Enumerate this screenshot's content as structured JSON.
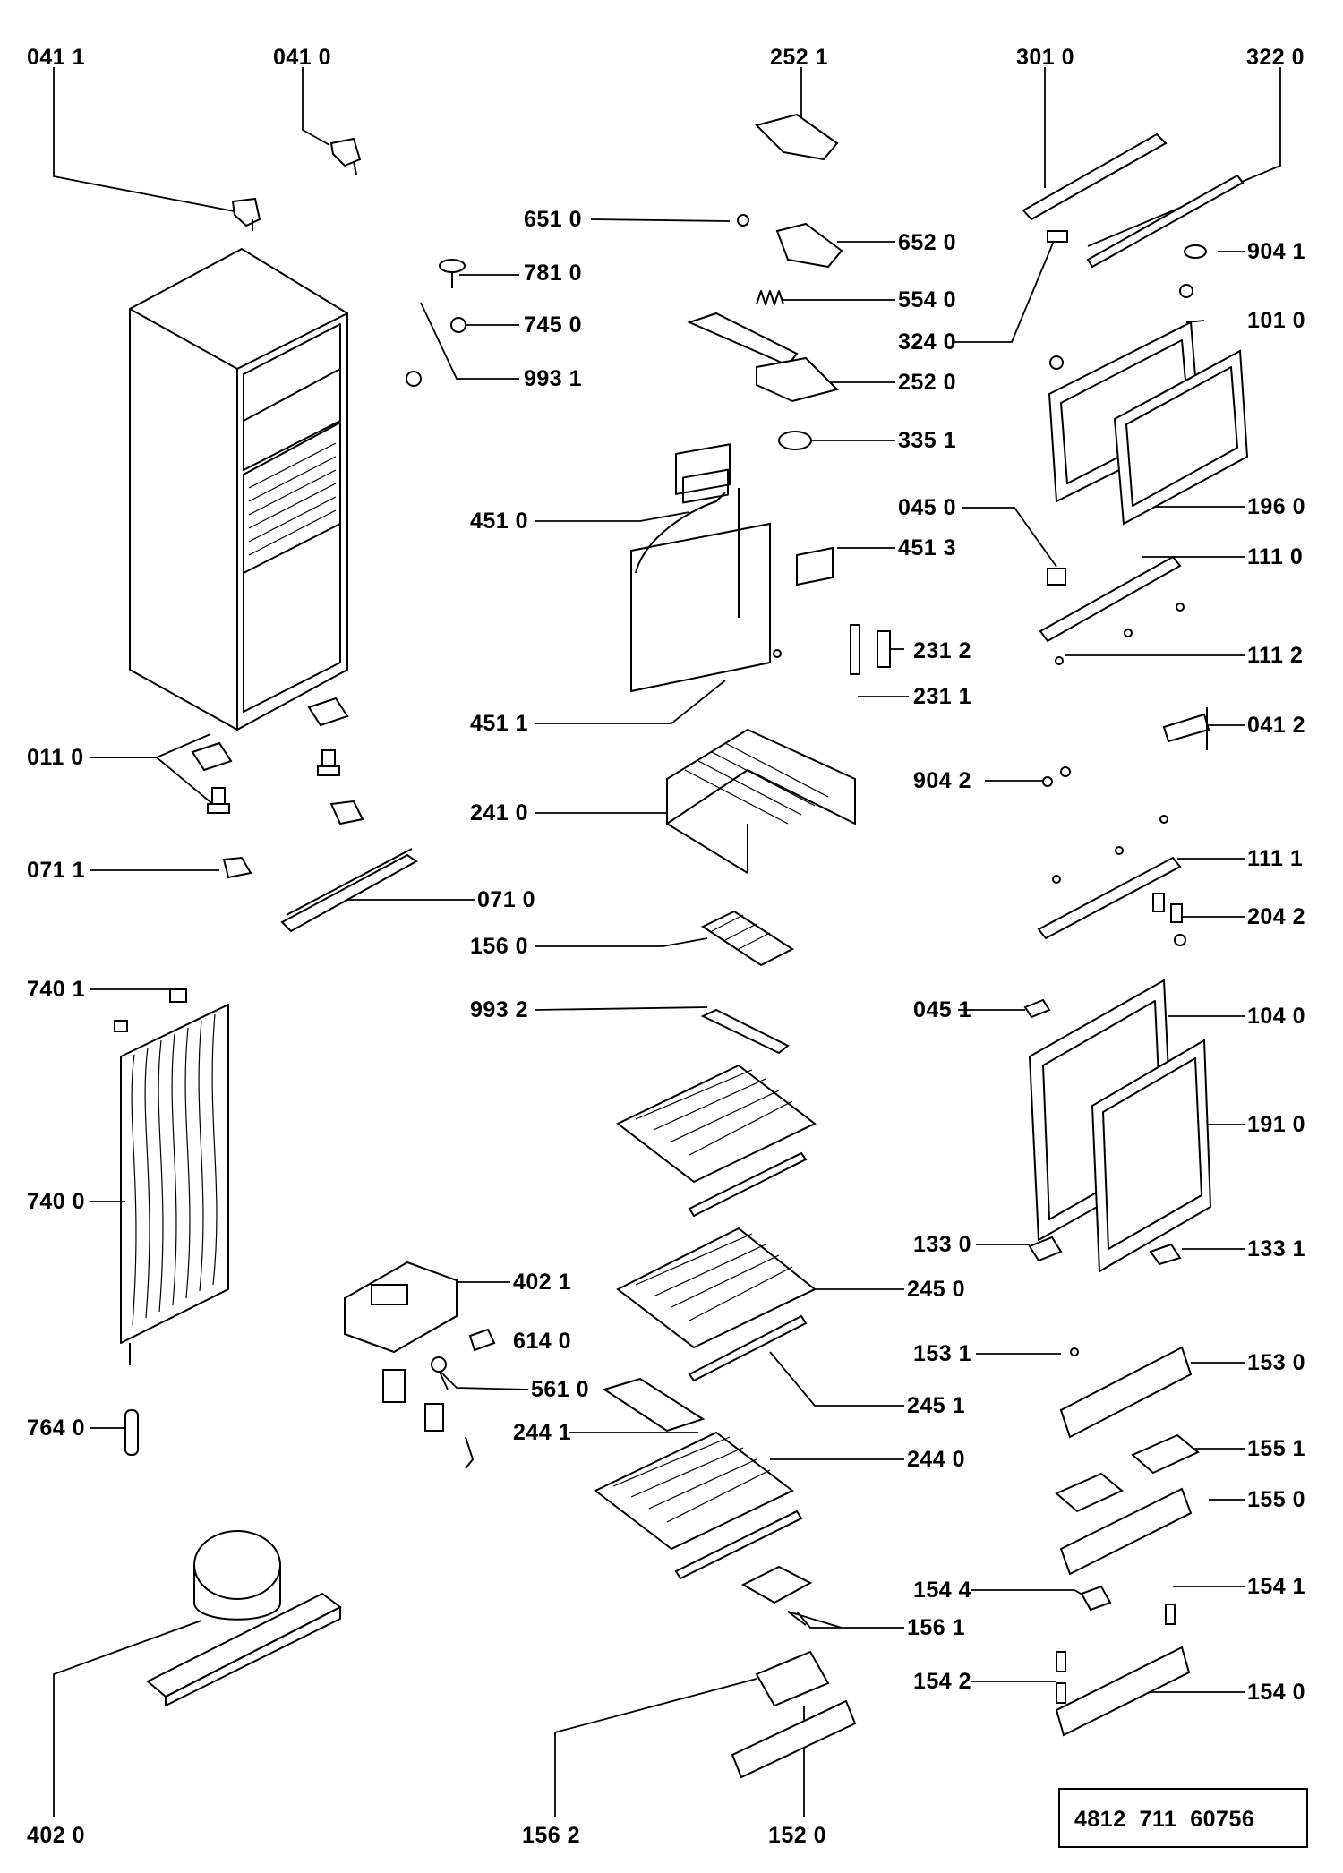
{
  "labels": {
    "p0411": "041 1",
    "p0410": "041 0",
    "p2521": "252 1",
    "p3010": "301 0",
    "p3220": "322 0",
    "p6510": "651 0",
    "p6520": "652 0",
    "p7810": "781 0",
    "p5540": "554 0",
    "p9041": "904 1",
    "p7450": "745 0",
    "p3240": "324 0",
    "p1010": "101 0",
    "p9931": "993 1",
    "p2520": "252 0",
    "p3351": "335 1",
    "p4510": "451 0",
    "p0450": "045 0",
    "p1960": "196 0",
    "p4513": "451 3",
    "p1110": "111 0",
    "p2312": "231 2",
    "p1112": "111 2",
    "p2311": "231 1",
    "p4511": "451 1",
    "p0412": "041 2",
    "p0110": "011 0",
    "p9042": "904 2",
    "p2410": "241 0",
    "p0711": "071 1",
    "p1111": "111 1",
    "p0710": "071 0",
    "p2042": "204 2",
    "p1560": "156 0",
    "p7401": "740 1",
    "p9932": "993 2",
    "p0451": "045 1",
    "p1040": "104 0",
    "p1910": "191 0",
    "p7400": "740 0",
    "p1330": "133 0",
    "p1331": "133 1",
    "p4021": "402 1",
    "p2450": "245 0",
    "p6140": "614 0",
    "p1531": "153 1",
    "p1530": "153 0",
    "p5610": "561 0",
    "p2451": "245 1",
    "p7640": "764 0",
    "p2441": "244 1",
    "p1551": "155 1",
    "p2440": "244 0",
    "p1550": "155 0",
    "p1544": "154 4",
    "p1541": "154 1",
    "p1561": "156 1",
    "p1542": "154 2",
    "p1540": "154 0",
    "p4020": "402 0",
    "p1562": "156 2",
    "p1520": "152 0"
  },
  "document_number": "4812  711  60756"
}
